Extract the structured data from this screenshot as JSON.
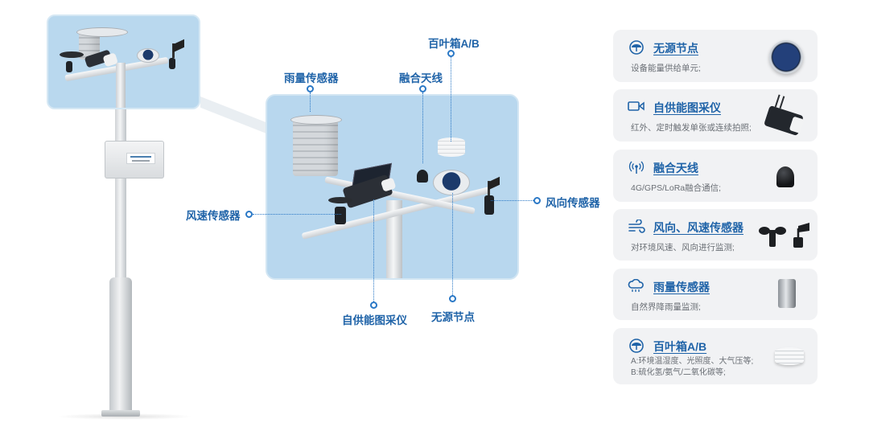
{
  "labels": {
    "rain": "雨量传感器",
    "antenna": "融合天线",
    "louver": "百叶箱A/B",
    "wind_speed": "风速传感器",
    "wind_dir": "风向传感器",
    "camera": "自供能图采仪",
    "node": "无源节点"
  },
  "cards": [
    {
      "icon": "umbrella-icon",
      "title": "无源节点",
      "desc": [
        "设备能量供给单元;"
      ]
    },
    {
      "icon": "video-camera-icon",
      "title": "自供能图采仪",
      "desc": [
        "红外、定时触发单张或连续拍照;"
      ]
    },
    {
      "icon": "signal-antenna-icon",
      "title": "融合天线",
      "desc": [
        "4G/GPS/LoRa融合通信;"
      ]
    },
    {
      "icon": "wind-icon",
      "title": "风向、风速传感器",
      "desc": [
        "对环境风速、风向进行监测;"
      ]
    },
    {
      "icon": "rain-cloud-icon",
      "title": "雨量传感器",
      "desc": [
        "自然界降雨量监测;"
      ]
    },
    {
      "icon": "umbrella-icon",
      "title": "百叶箱A/B",
      "desc": [
        "A:环境温湿度、光照度、大气压等;",
        "B:硫化氢/氨气/二氧化碳等;"
      ]
    }
  ],
  "colors": {
    "accent": "#1f63a8",
    "panel": "#b8d7ee",
    "card_bg": "#f1f2f4"
  }
}
